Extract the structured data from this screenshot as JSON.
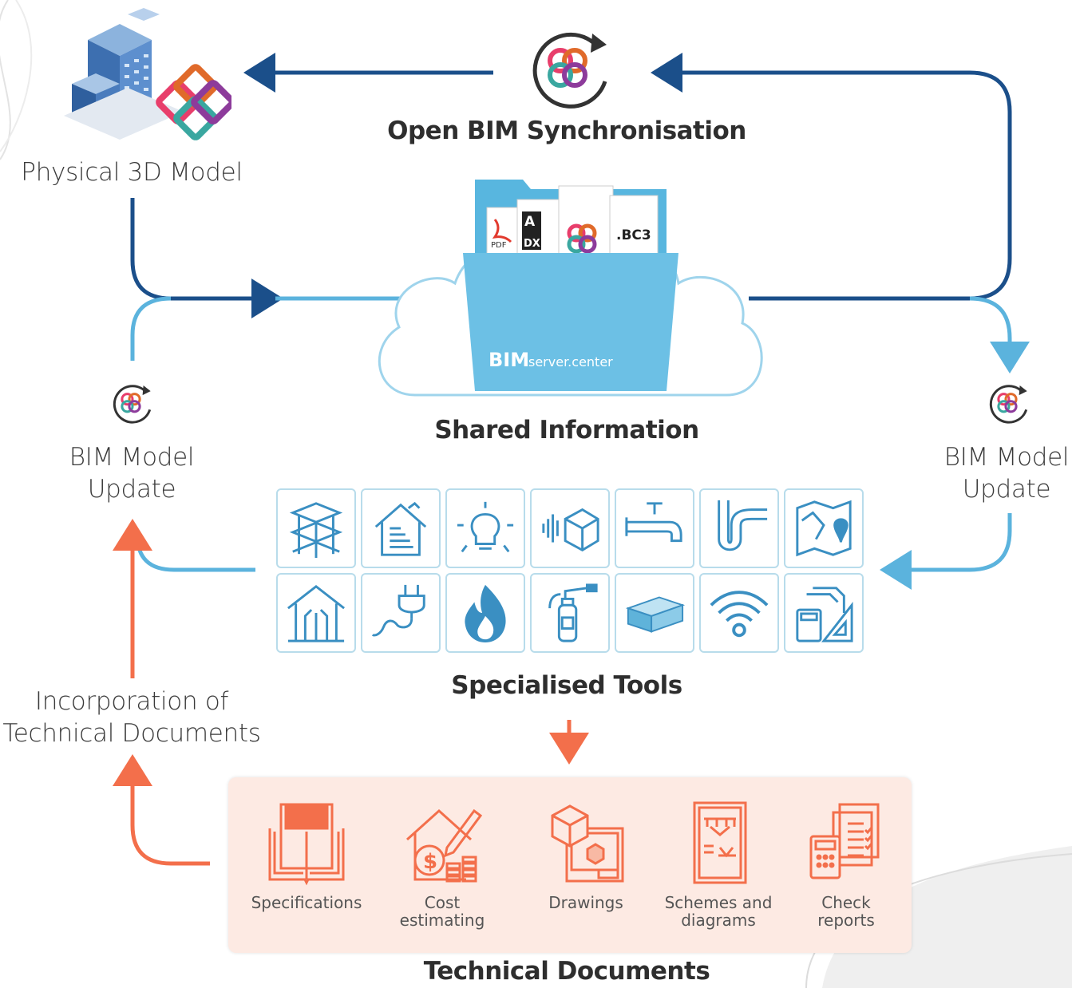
{
  "nodes": {
    "physical_model": "Physical 3D Model",
    "sync": "Open BIM Synchronisation",
    "shared": "Shared Information",
    "bim_update_left": [
      "BIM Model",
      "Update"
    ],
    "bim_update_right": [
      "BIM Model",
      "Update"
    ],
    "tools": "Specialised Tools",
    "incorporation": [
      "Incorporation of",
      "Technical Documents"
    ],
    "technical_docs": "Technical Documents"
  },
  "folder": {
    "files": [
      "PDF",
      "DXF",
      ".BC3"
    ],
    "brand_bold": "BIM",
    "brand_light": "server.center"
  },
  "tools_icons": [
    "structure-icon",
    "house-insulation-icon",
    "lightbulb-icon",
    "acoustic-icon",
    "faucet-icon",
    "pipe-trap-icon",
    "map-pin-icon",
    "hvac-house-icon",
    "plug-icon",
    "fire-icon",
    "extinguisher-icon",
    "duct-icon",
    "wifi-icon",
    "calculator-ruler-icon"
  ],
  "documents": [
    {
      "label": [
        "Specifications"
      ],
      "icon": "book-icon"
    },
    {
      "label": [
        "Cost",
        "estimating"
      ],
      "icon": "cost-house-icon"
    },
    {
      "label": [
        "Drawings"
      ],
      "icon": "drawing-icon"
    },
    {
      "label": [
        "Schemes and",
        "diagrams"
      ],
      "icon": "scheme-icon"
    },
    {
      "label": [
        "Check",
        "reports"
      ],
      "icon": "report-icon"
    }
  ],
  "colors": {
    "dark_blue": "#1b4f8a",
    "light_blue": "#5bb3dd",
    "orange": "#f36f4b",
    "folder_blue": "#6cc0e5",
    "panel_pink": "#fdeae3"
  }
}
